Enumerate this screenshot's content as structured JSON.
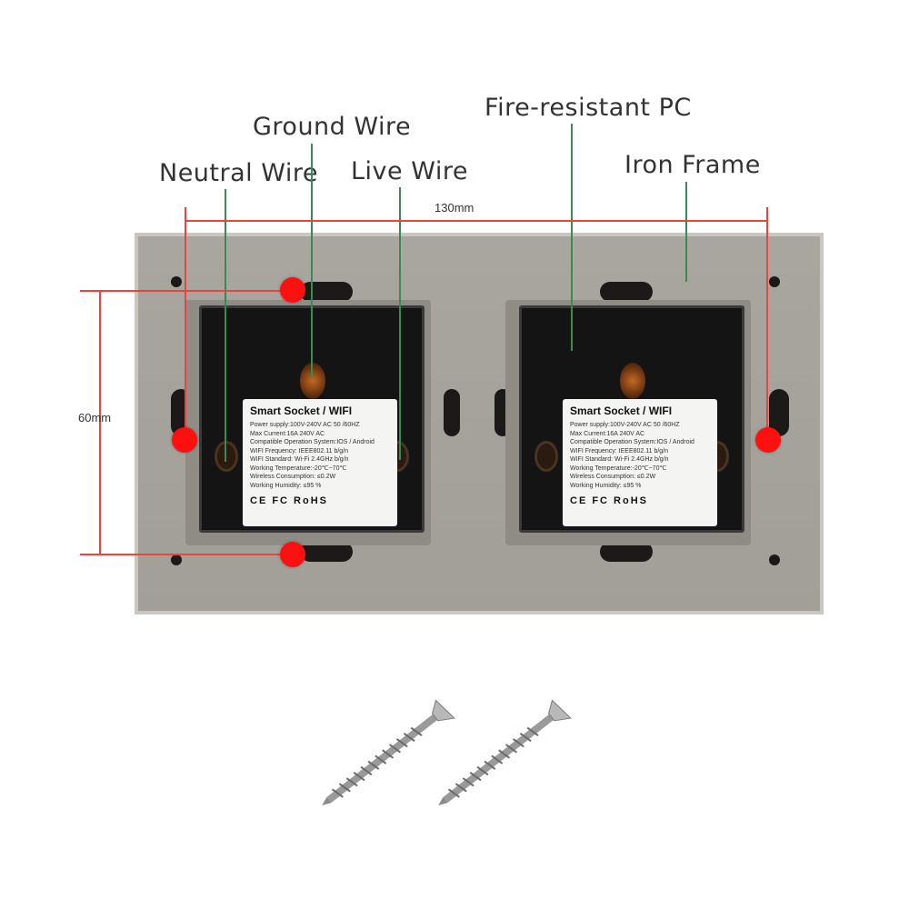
{
  "callouts": {
    "ground_wire": "Ground Wire",
    "neutral_wire": "Neutral Wire",
    "live_wire": "Live Wire",
    "fire_resistant_pc": "Fire-resistant PC",
    "iron_frame": "Iron Frame"
  },
  "dimensions": {
    "width": "130mm",
    "height": "60mm"
  },
  "modules": [
    {
      "title": "Smart Socket / WIFI",
      "specs": [
        "Power supply:100V-240V AC  50 /60HZ",
        "Max Current:16A  240V AC",
        "Compatible Operation System:IOS / Android",
        "WIFI Frequency: IEEE802.11 b/g/n",
        "WIFI Standard: Wi-Fi 2.4GHz b/g/n",
        "Working Temperature:-20℃~70℃",
        "Wireless Consumption: ≤0.2W",
        "Working Humidity: ≤95 %"
      ],
      "certs": "CE FC RoHS"
    },
    {
      "title": "Smart Socket / WIFI",
      "specs": [
        "Power supply:100V-240V AC  50 /60HZ",
        "Max Current:16A  240V AC",
        "Compatible Operation System:IOS / Android",
        "WIFI Frequency: IEEE802.11 b/g/n",
        "WIFI Standard: Wi-Fi 2.4GHz b/g/n",
        "Working Temperature:-20℃~70℃",
        "Wireless Consumption: ≤0.2W",
        "Working Humidity: ≤95 %"
      ],
      "certs": "CE FC RoHS"
    }
  ],
  "colors": {
    "callout_line": "#3a8a55",
    "dimension_line": "#e8463c",
    "marker": "#ff1010"
  },
  "icons": [
    "mounting-screw-icon",
    "mounting-screw-icon"
  ]
}
